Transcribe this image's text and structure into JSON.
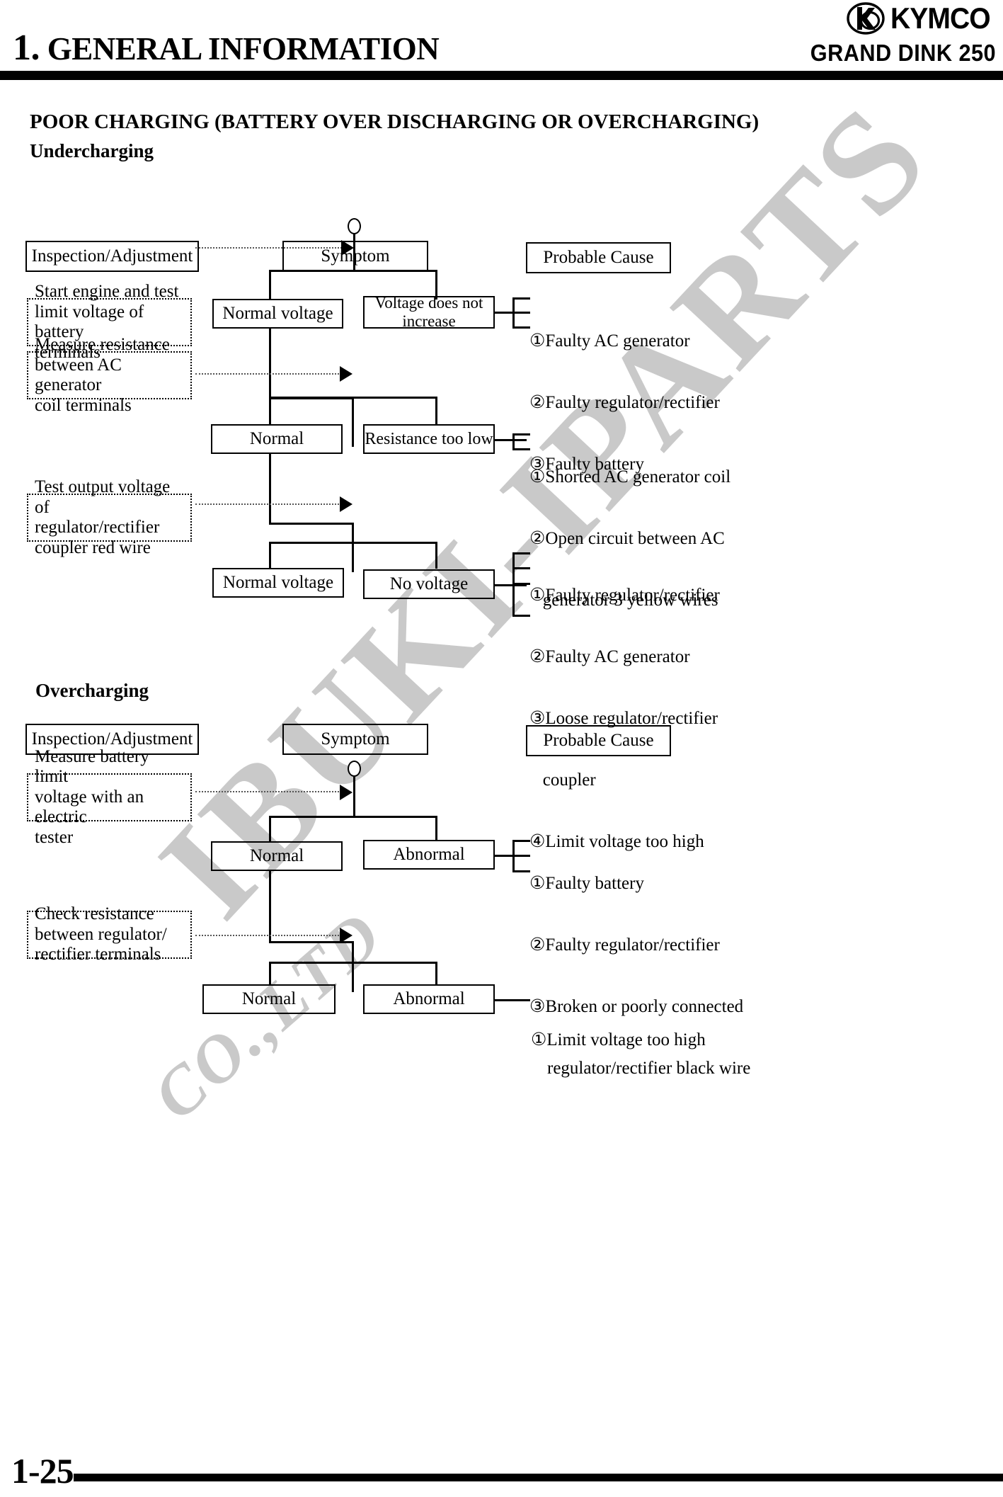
{
  "header": {
    "chapter_number": "1.",
    "chapter_title": "GENERAL INFORMATION",
    "brand": "KYMCO",
    "model": "GRAND DINK 250",
    "logo_icon": "kymco-oval-logo-icon"
  },
  "section": {
    "title": "POOR CHARGING (BATTERY OVER DISCHARGING OR OVERCHARGING)"
  },
  "watermark": {
    "line1": "IBUKI-IPARTS",
    "line2": "CO.,LTD"
  },
  "undercharging": {
    "label": "Undercharging",
    "column_headers": {
      "inspection": "Inspection/Adjustment",
      "symptom": "Symptom",
      "cause": "Probable Cause"
    },
    "steps": [
      {
        "inspection": "Start engine and test\nlimit voltage of battery\nterminals",
        "ok_branch": "Normal voltage",
        "ng_branch": "Voltage does not\nincrease",
        "causes": [
          "①Faulty AC generator",
          "②Faulty regulator/rectifier",
          "③Faulty battery"
        ]
      },
      {
        "inspection": "Measure resistance\nbetween AC generator\ncoil terminals",
        "ok_branch": "Normal",
        "ng_branch": "Resistance too low",
        "causes": [
          "①Shorted AC generator coil",
          "②Open circuit between AC",
          "   generator 3 yellow wires"
        ]
      },
      {
        "inspection": "Test output voltage of\nregulator/rectifier\ncoupler red wire",
        "ok_branch": "Normal voltage",
        "ng_branch": "No voltage",
        "causes": [
          "①Faulty regulator/rectifier",
          "②Faulty AC generator",
          "③Loose regulator/rectifier",
          "   coupler",
          "④Limit voltage too high"
        ]
      }
    ]
  },
  "overcharging": {
    "label": "Overcharging",
    "column_headers": {
      "inspection": "Inspection/Adjustment",
      "symptom": "Symptom",
      "cause": "Probable Cause"
    },
    "steps": [
      {
        "inspection": "Measure battery limit\nvoltage with an electric\ntester",
        "ok_branch": "Normal",
        "ng_branch": "Abnormal",
        "causes": [
          "①Faulty battery",
          "②Faulty regulator/rectifier",
          "③Broken or poorly connected",
          "    regulator/rectifier black wire"
        ]
      },
      {
        "inspection": "Check resistance\nbetween regulator/\nrectifier terminals",
        "ok_branch": "Normal",
        "ng_branch": "Abnormal",
        "causes": [
          "①Limit voltage too high"
        ]
      }
    ]
  },
  "footer": {
    "page_number": "1-25"
  },
  "colors": {
    "ink": "#000000",
    "paper": "#ffffff",
    "watermark": "#c9c9c9"
  }
}
